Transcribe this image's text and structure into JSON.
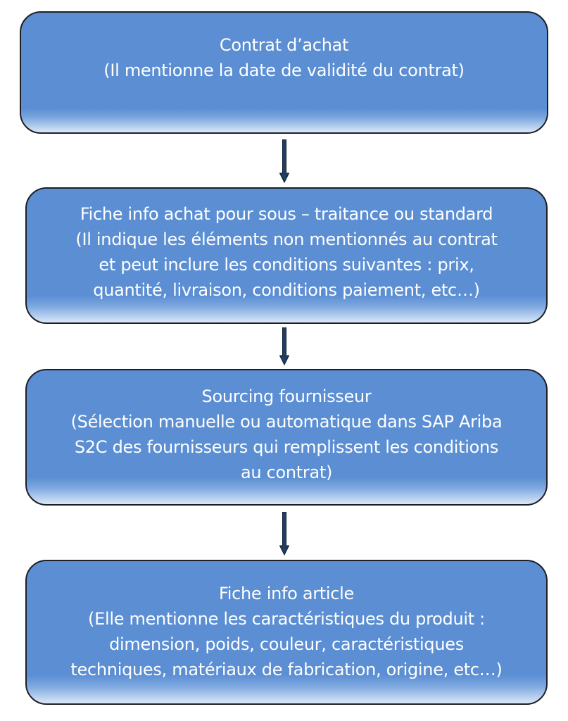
{
  "steps": [
    {
      "title": "Contrat d’achat",
      "lines": [
        "(Il mentionne la date de validité du contrat)"
      ]
    },
    {
      "title": "Fiche info achat pour sous – traitance ou standard",
      "lines": [
        "(Il indique les éléments non mentionnés au contrat",
        "et peut inclure les conditions suivantes : prix,",
        "quantité, livraison, conditions paiement, etc…)"
      ]
    },
    {
      "title": "Sourcing fournisseur",
      "lines": [
        "(Sélection manuelle ou automatique dans SAP Ariba",
        "S2C des fournisseurs qui remplissent les conditions",
        "au contrat)"
      ]
    },
    {
      "title": "Fiche info article",
      "lines": [
        "(Elle mentionne les caractéristiques du produit :",
        "dimension, poids, couleur, caractéristiques",
        "techniques, matériaux de fabrication, origine, etc…)"
      ]
    }
  ],
  "colors": {
    "box_fill": "#5b8ed3",
    "box_border": "#1e1f26",
    "text": "#ffffff",
    "arrow": "#1f3f66"
  }
}
